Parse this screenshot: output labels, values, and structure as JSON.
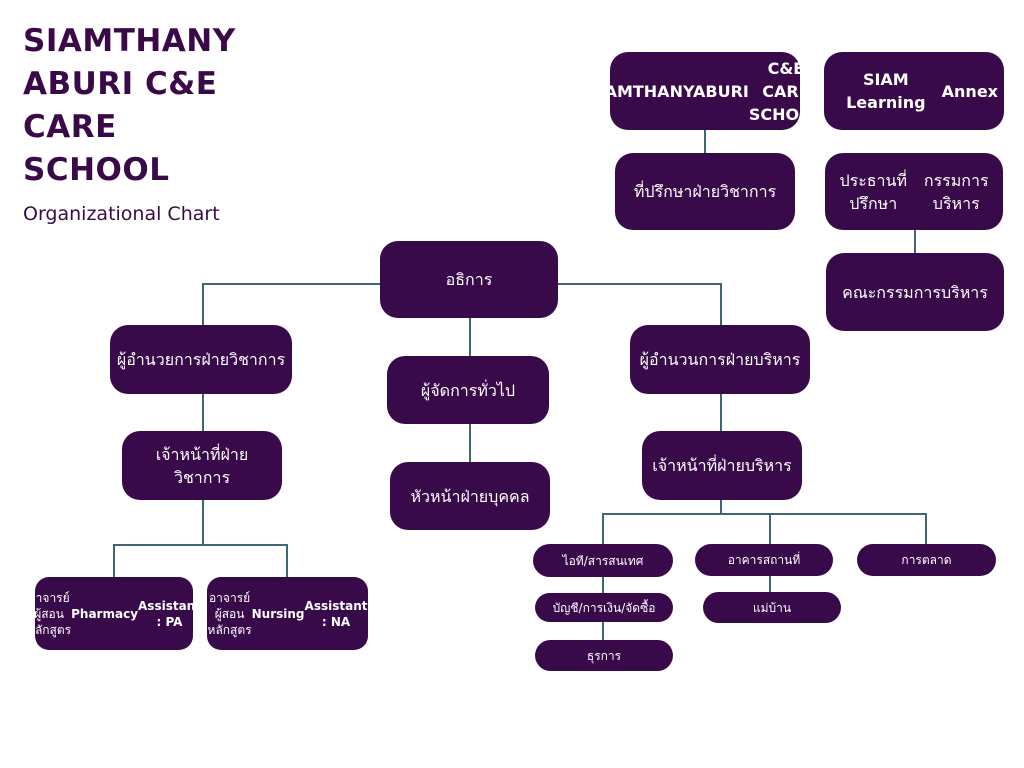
{
  "header": {
    "title_lines": [
      "SIAMTHANY",
      "ABURI C&E",
      "CARE",
      "SCHOOL"
    ],
    "subtitle": "Organizational Chart"
  },
  "nodes": {
    "school": [
      "SIAMTHANYABURI",
      "C&E CARE SCHOOL"
    ],
    "annex": [
      "SIAM Learning",
      "Annex"
    ],
    "academic_advisor": "ที่ปรึกษาฝ่ายวิชาการ",
    "admin_advisor_chair": [
      "ประธานที่ปรึกษา",
      "กรรมการบริหาร"
    ],
    "admin_committee": "คณะกรรมการบริหาร",
    "director": "อธิการ",
    "academic_director": "ผู้อำนวยการฝ่ายวิชาการ",
    "general_manager": "ผู้จัดการทั่วไป",
    "admin_director": "ผู้อำนวนการฝ่ายบริหาร",
    "academic_staff": "เจ้าหน้าที่ฝ่ายวิชาการ",
    "hr_head": "หัวหน้าฝ่ายบุคคล",
    "admin_staff": "เจ้าหน้าที่ฝ่ายบริหาร",
    "pa_teacher": [
      "อาจารย์ผู้สอนหลักสูตร",
      "Pharmacy",
      "Assistant : PA"
    ],
    "na_teacher": [
      "อาจารย์ผู้สอนหลักสูตร",
      "Nursing",
      "Assistant : NA"
    ],
    "it_library": "ไอที/สารสนเทศ",
    "accounting": "บัญชี/การเงิน/จัดซื้อ",
    "business": "ธุรการ",
    "facilities": "อาคารสถานที่",
    "housekeeper": "แม่บ้าน",
    "marketing": "การตลาด"
  },
  "colors": {
    "node_fill": "#390a4a",
    "node_text": "#ffffff",
    "connector": "#3f6772",
    "title": "#3a0a48"
  }
}
